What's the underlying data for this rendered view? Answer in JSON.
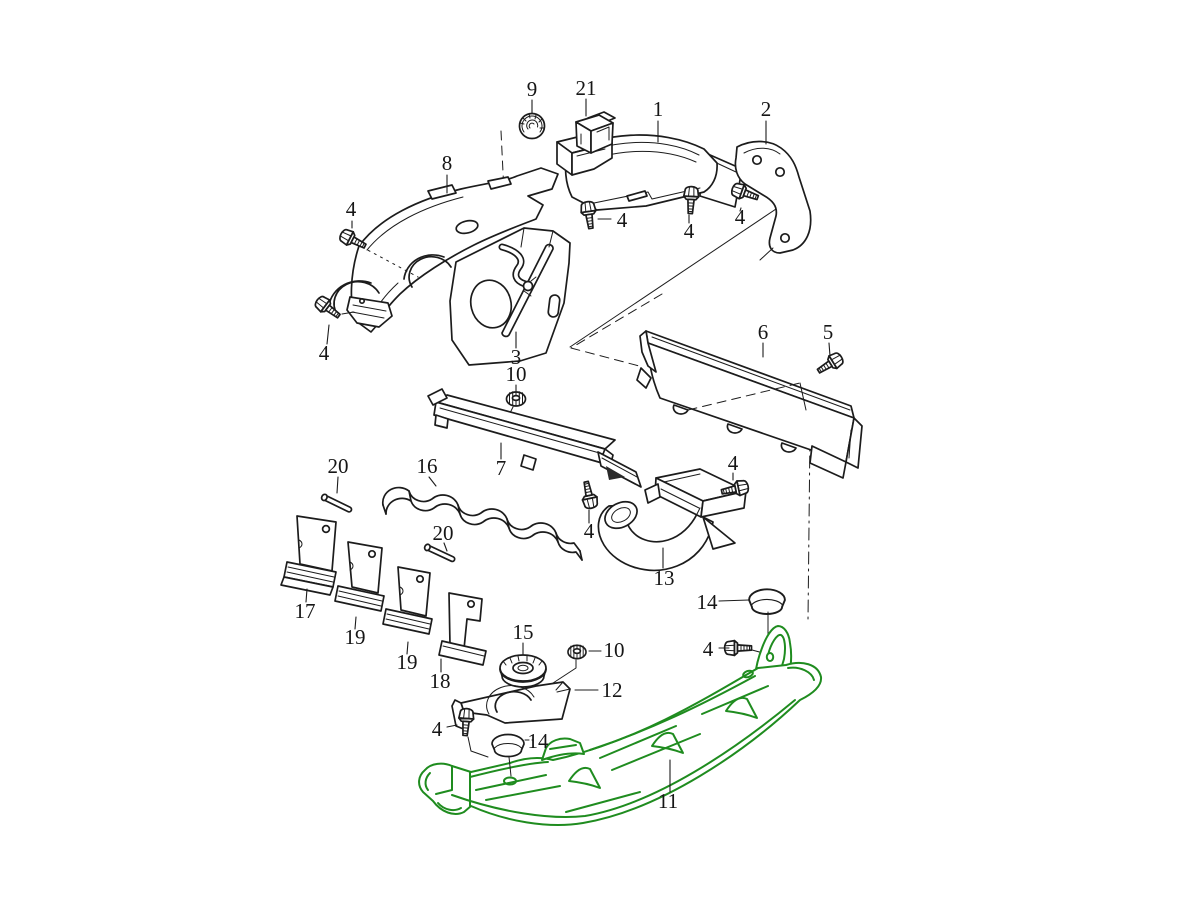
{
  "diagram": {
    "background_color": "#ffffff",
    "line_color": "#1c1c1c",
    "highlight_color": "#1f8c1f",
    "highlighted_callout": "11",
    "callouts": [
      {
        "number": "9"
      },
      {
        "number": "21"
      },
      {
        "number": "1"
      },
      {
        "number": "2"
      },
      {
        "number": "8"
      },
      {
        "number": "4"
      },
      {
        "number": "4"
      },
      {
        "number": "4"
      },
      {
        "number": "4"
      },
      {
        "number": "4"
      },
      {
        "number": "3"
      },
      {
        "number": "10"
      },
      {
        "number": "6"
      },
      {
        "number": "5"
      },
      {
        "number": "7"
      },
      {
        "number": "16"
      },
      {
        "number": "20"
      },
      {
        "number": "20"
      },
      {
        "number": "4"
      },
      {
        "number": "4"
      },
      {
        "number": "13"
      },
      {
        "number": "17"
      },
      {
        "number": "19"
      },
      {
        "number": "19"
      },
      {
        "number": "18"
      },
      {
        "number": "15"
      },
      {
        "number": "10"
      },
      {
        "number": "12"
      },
      {
        "number": "4"
      },
      {
        "number": "14"
      },
      {
        "number": "14"
      },
      {
        "number": "4"
      },
      {
        "number": "11",
        "highlighted": true
      }
    ]
  }
}
